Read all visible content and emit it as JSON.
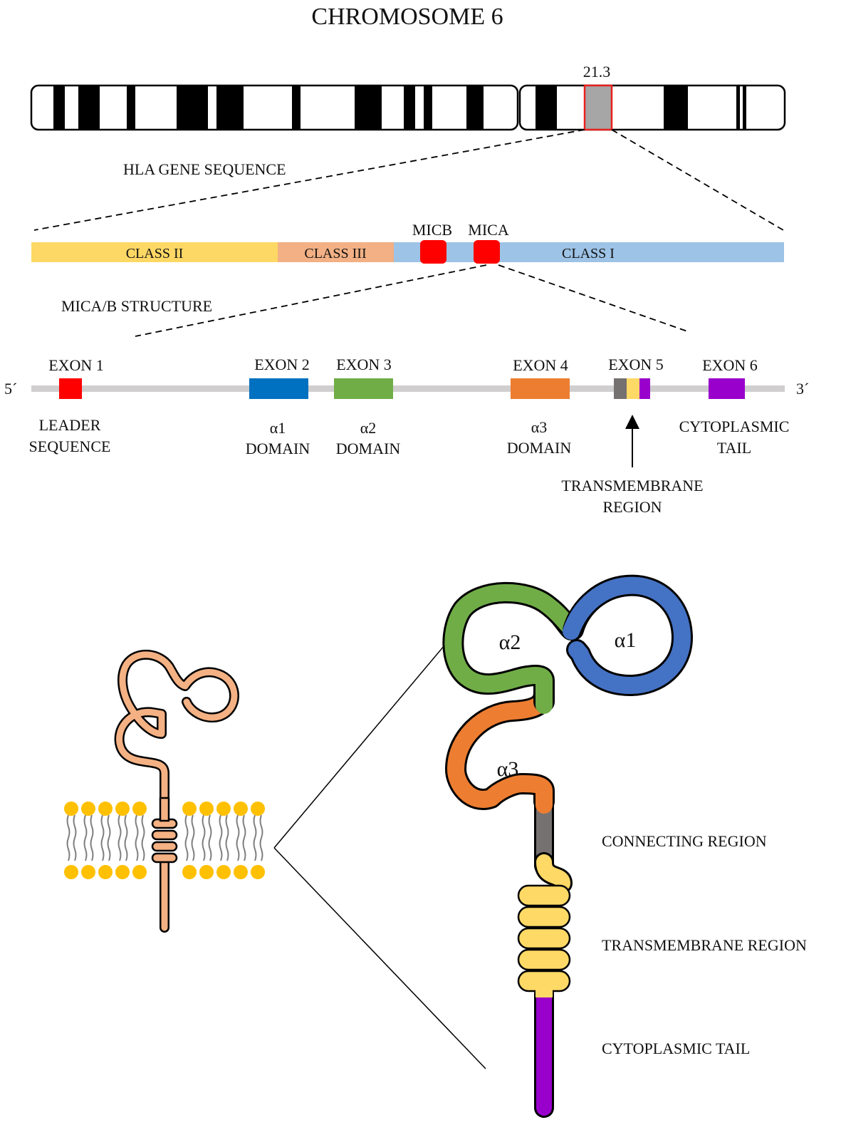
{
  "title": "CHROMOSOME 6",
  "chromosome": {
    "band_label": "21.3",
    "highlight_color": "#e8201c"
  },
  "hla": {
    "heading": "HLA GENE SEQUENCE",
    "segments": [
      {
        "label": "CLASS II",
        "color": "#fdd865"
      },
      {
        "label": "CLASS III",
        "color": "#f2b084"
      },
      {
        "label": "CLASS I",
        "color": "#9dc3e6"
      }
    ],
    "genes": [
      {
        "label": "MICB",
        "color": "#ff0000"
      },
      {
        "label": "MICA",
        "color": "#ff0000"
      }
    ]
  },
  "mic_structure": {
    "heading": "MICA/B STRUCTURE",
    "end5": "5´",
    "end3": "3´",
    "exons": [
      {
        "label": "EXON 1",
        "color": "#ff0000",
        "domain": [
          "LEADER",
          "SEQUENCE"
        ]
      },
      {
        "label": "EXON 2",
        "color": "#0070c0",
        "domain": [
          "α1",
          "DOMAIN"
        ]
      },
      {
        "label": "EXON 3",
        "color": "#70ad47",
        "domain": [
          "α2",
          "DOMAIN"
        ]
      },
      {
        "label": "EXON 4",
        "color": "#ed7d31",
        "domain": [
          "α3",
          "DOMAIN"
        ]
      },
      {
        "label": "EXON 5",
        "colors": [
          "#767171",
          "#ffd966",
          "#9900cc"
        ],
        "domain": []
      },
      {
        "label": "EXON 6",
        "color": "#9900cc",
        "domain": [
          "CYTOPLASMIC",
          "TAIL"
        ]
      }
    ],
    "transmembrane_label": [
      "TRANSMEMBRANE",
      "REGION"
    ]
  },
  "protein": {
    "domains": [
      {
        "label": "α1",
        "color": "#4472c4"
      },
      {
        "label": "α2",
        "color": "#70ad47"
      },
      {
        "label": "α3",
        "color": "#ed7d31"
      }
    ],
    "regions": [
      {
        "label": "CONNECTING REGION",
        "color": "#767171"
      },
      {
        "label": "TRANSMEMBRANE REGION",
        "color": "#ffd966"
      },
      {
        "label": "CYTOPLASMIC TAIL",
        "color": "#9900cc"
      }
    ],
    "small_protein_color": "#f4b183",
    "lipid_head_color": "#ffc000"
  }
}
